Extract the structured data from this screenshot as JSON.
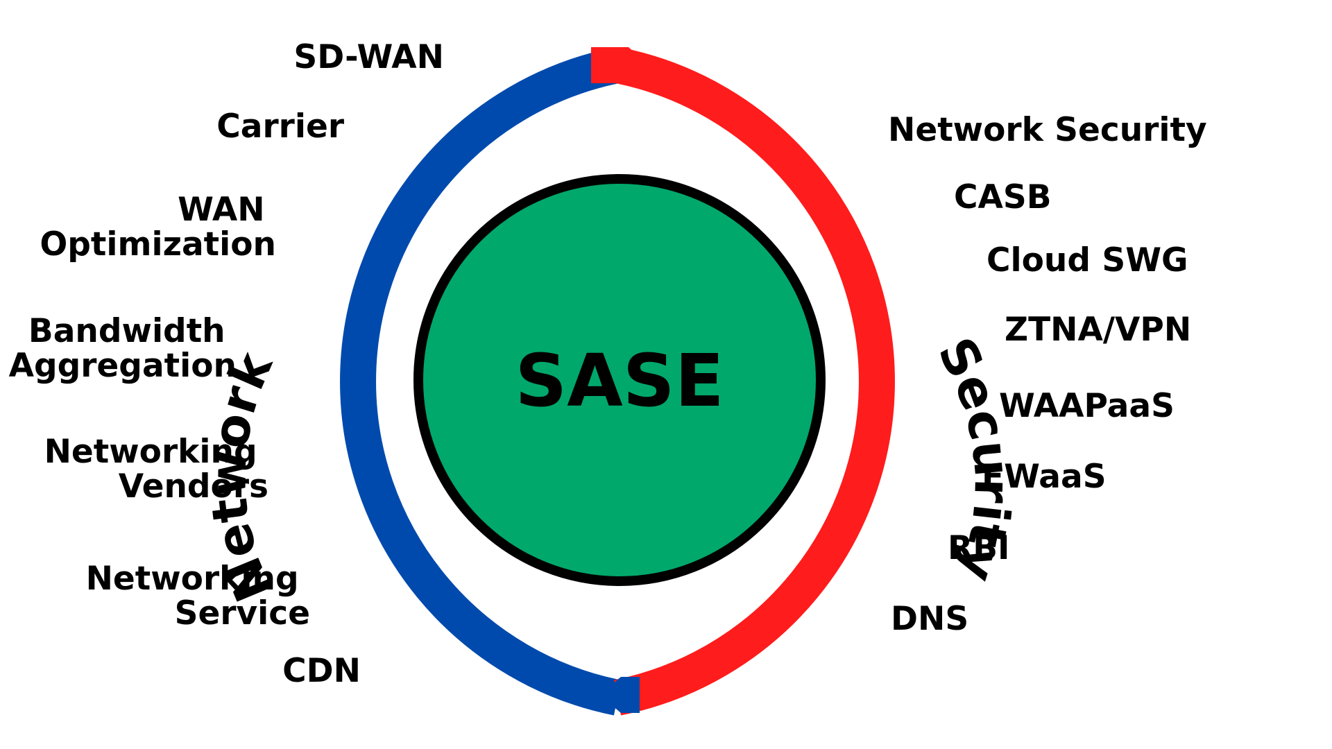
{
  "center": {
    "label": "SASE",
    "fill": "#00A86B"
  },
  "colors": {
    "network": "#004AAD",
    "security": "#FF1C1C",
    "text": "#000000",
    "outline": "#000000"
  },
  "network": {
    "title": "Network",
    "items": [
      {
        "id": "sdwan",
        "lines": [
          "SD-WAN"
        ]
      },
      {
        "id": "carrier",
        "lines": [
          "Carrier"
        ]
      },
      {
        "id": "wanopt",
        "lines": [
          "WAN",
          "Optimization"
        ]
      },
      {
        "id": "bandwidth",
        "lines": [
          "Bandwidth",
          "Aggregation"
        ]
      },
      {
        "id": "vendors",
        "lines": [
          "Networking",
          "Vendors"
        ]
      },
      {
        "id": "service",
        "lines": [
          "Networking",
          "Service"
        ]
      },
      {
        "id": "cdn",
        "lines": [
          "CDN"
        ]
      }
    ]
  },
  "security": {
    "title": "Security",
    "items": [
      {
        "id": "netsec",
        "lines": [
          "Network Security"
        ]
      },
      {
        "id": "casb",
        "lines": [
          "CASB"
        ]
      },
      {
        "id": "swg",
        "lines": [
          "Cloud SWG"
        ]
      },
      {
        "id": "ztna",
        "lines": [
          "ZTNA/VPN"
        ]
      },
      {
        "id": "waapaas",
        "lines": [
          "WAAPaaS"
        ]
      },
      {
        "id": "fwaas",
        "lines": [
          "FWaaS"
        ]
      },
      {
        "id": "rbi",
        "lines": [
          "RBI"
        ]
      },
      {
        "id": "dns",
        "lines": [
          "DNS"
        ]
      }
    ]
  }
}
